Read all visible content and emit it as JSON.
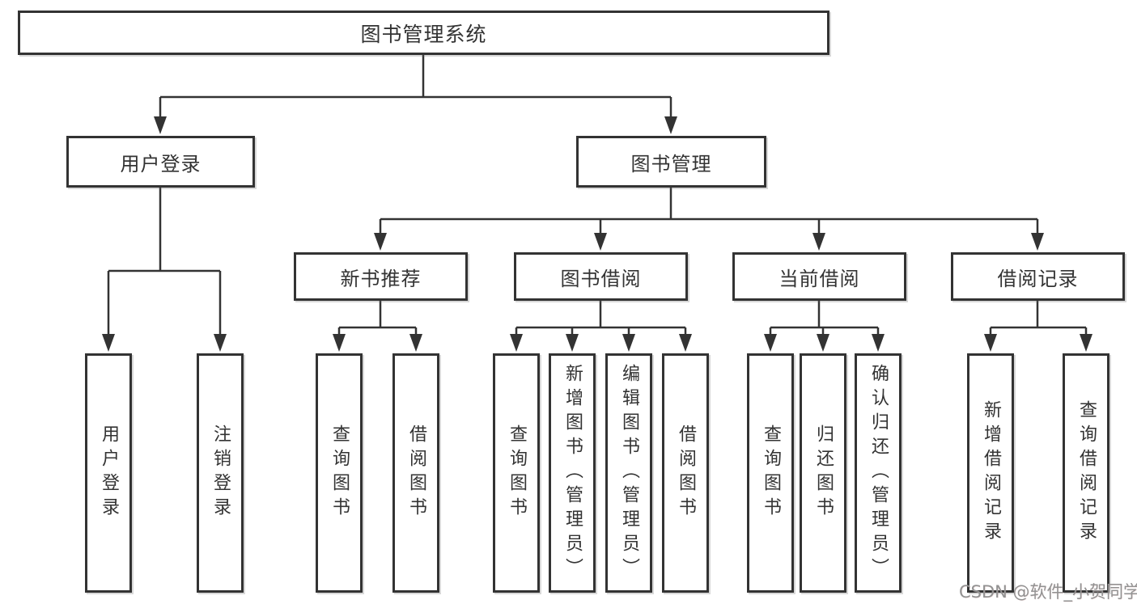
{
  "tree": {
    "root": {
      "label": "图书管理系统",
      "children": [
        {
          "label": "用户登录",
          "children": [
            {
              "label": "用户登录"
            },
            {
              "label": "注销登录"
            }
          ]
        },
        {
          "label": "图书管理",
          "children": [
            {
              "label": "新书推荐",
              "children": [
                {
                  "label": "查询图书"
                },
                {
                  "label": "借阅图书"
                }
              ]
            },
            {
              "label": "图书借阅",
              "children": [
                {
                  "label": "查询图书"
                },
                {
                  "label": "新增图书（管理员）"
                },
                {
                  "label": "编辑图书（管理员）"
                },
                {
                  "label": "借阅图书"
                }
              ]
            },
            {
              "label": "当前借阅",
              "children": [
                {
                  "label": "查询图书"
                },
                {
                  "label": "归还图书"
                },
                {
                  "label": "确认归还（管理员）"
                }
              ]
            },
            {
              "label": "借阅记录",
              "children": [
                {
                  "label": "新增借阅记录"
                },
                {
                  "label": "查询借阅记录"
                }
              ]
            }
          ]
        }
      ]
    }
  },
  "watermark": {
    "text": "CSDN @软件_小贺同学"
  },
  "colors": {
    "line": "#333333",
    "box_border": "#333333",
    "text": "#333333",
    "background": "#ffffff",
    "watermark": "#929292"
  }
}
